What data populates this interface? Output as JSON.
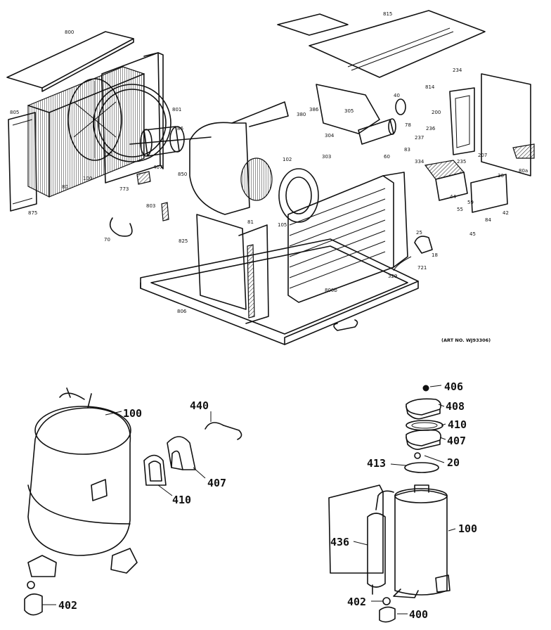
{
  "top_assembly": {
    "art_note": "(ART NO. WJ93306)",
    "part_labels": [
      "815",
      "800",
      "805",
      "80",
      "100",
      "101",
      "773",
      "875",
      "70",
      "86",
      "801",
      "407",
      "850",
      "803",
      "825",
      "806",
      "81",
      "105",
      "102",
      "380",
      "386",
      "303",
      "304",
      "305",
      "78",
      "40",
      "60",
      "814",
      "234",
      "200",
      "237",
      "236",
      "207",
      "80a",
      "83",
      "334",
      "235",
      "30",
      "59",
      "55",
      "44",
      "84",
      "42",
      "45",
      "25",
      "18",
      "721",
      "329",
      "800b"
    ]
  },
  "bottom_left": {
    "callouts": [
      "100",
      "440",
      "407",
      "410",
      "402"
    ]
  },
  "bottom_right": {
    "callouts": [
      "406",
      "408",
      "410",
      "407",
      "413",
      "20",
      "100",
      "436",
      "402",
      "400"
    ]
  }
}
